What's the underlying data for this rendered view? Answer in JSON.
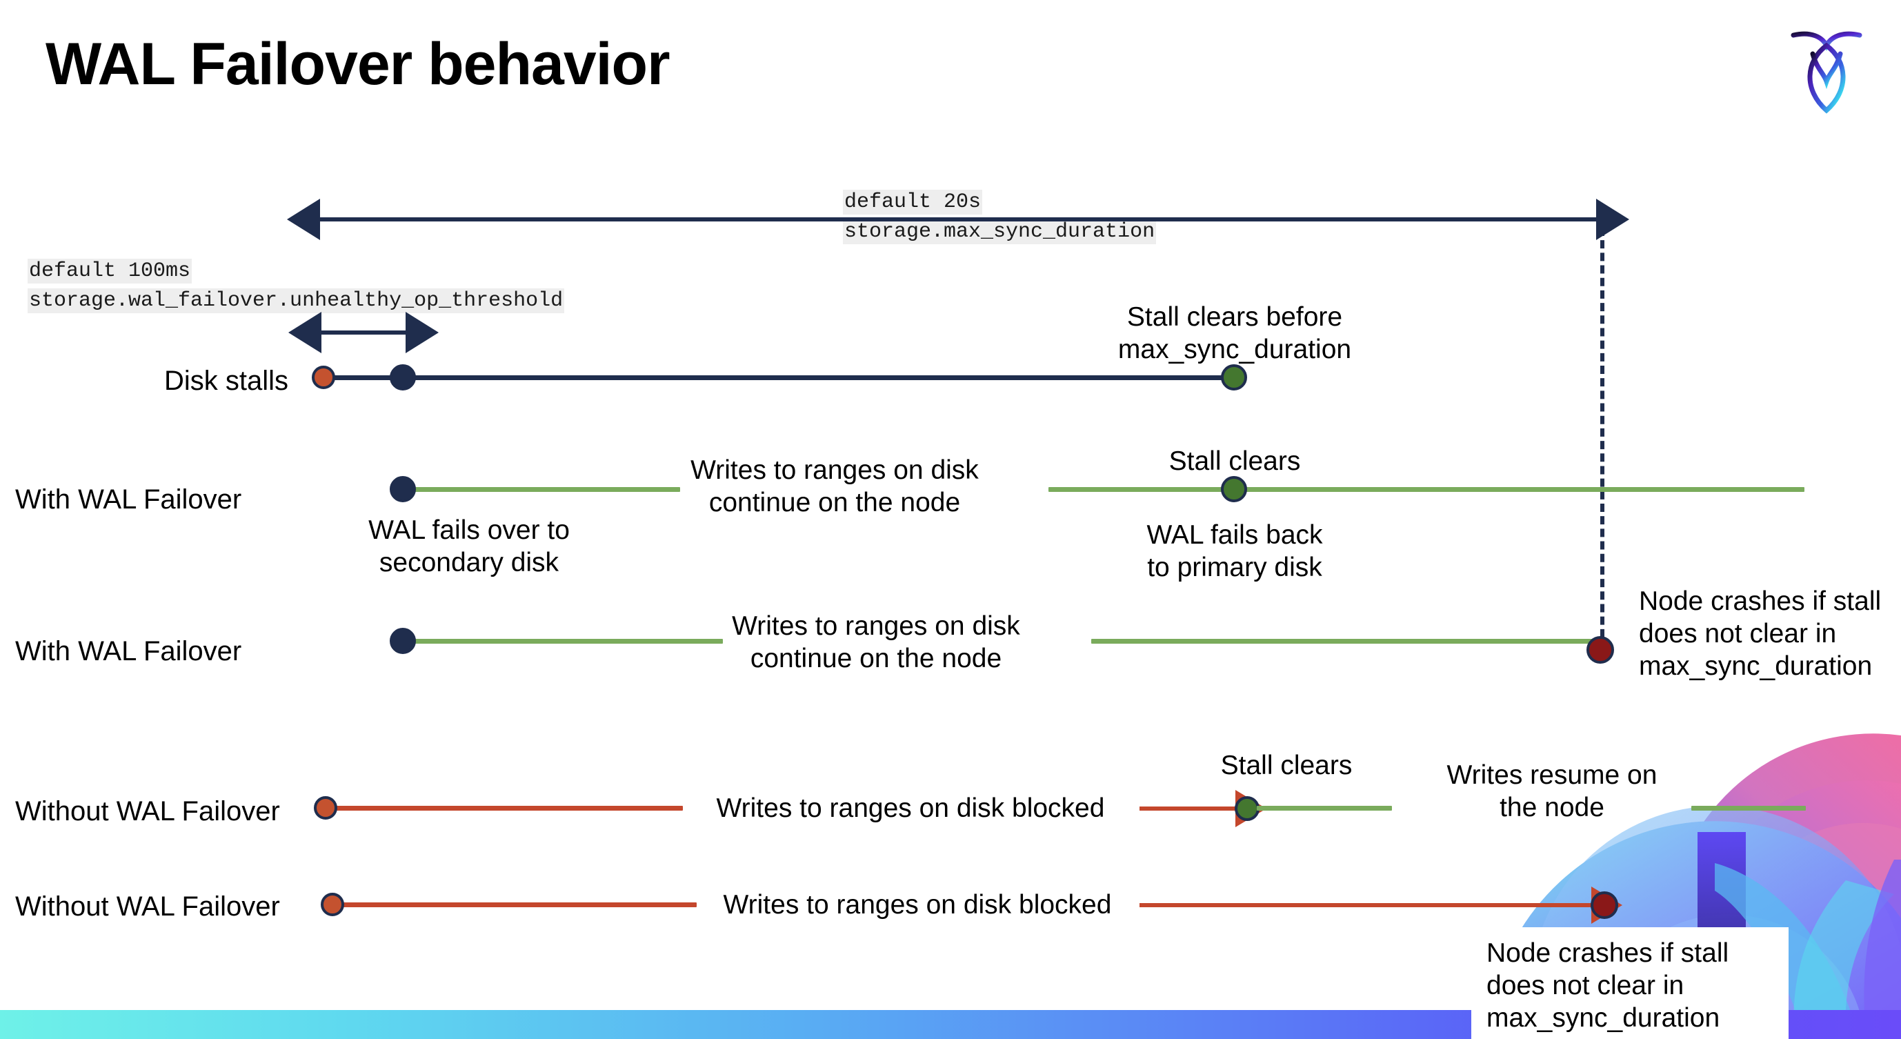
{
  "slide": {
    "title": "WAL Failover behavior",
    "logo_name": "cockroachdb-logo"
  },
  "settings": {
    "max_sync": {
      "default": "default 20s",
      "name": "storage.max_sync_duration"
    },
    "unhealthy_threshold": {
      "default": "default 100ms",
      "name": "storage.wal_failover.unhealthy_op_threshold"
    }
  },
  "rows": [
    {
      "id": "disk-stalls",
      "label": "Disk stalls"
    },
    {
      "id": "with-wal-failover-1",
      "label": "With WAL Failover"
    },
    {
      "id": "with-wal-failover-2",
      "label": "With WAL Failover"
    },
    {
      "id": "without-wal-failover-1",
      "label": "Without WAL Failover"
    },
    {
      "id": "without-wal-failover-2",
      "label": "Without WAL Failover"
    }
  ],
  "annotations": {
    "stall_clears_before": "Stall clears before\nmax_sync_duration",
    "stall_clears_1": "Stall clears",
    "stall_clears_2": "Stall clears",
    "wal_fails_over": "WAL fails over to\nsecondary disk",
    "wal_fails_back": "WAL fails  back\nto primary disk",
    "writes_continue_1": "Writes to ranges on disk\ncontinue on the node",
    "writes_continue_2": "Writes to ranges on disk\ncontinue on the node",
    "node_crashes_1": "Node crashes if stall\ndoes not clear in\nmax_sync_duration",
    "node_crashes_2": "Node crashes if stall\ndoes not clear in\nmax_sync_duration",
    "writes_blocked_1": "Writes to ranges on disk  blocked",
    "writes_blocked_2": "Writes to ranges on disk  blocked",
    "writes_resume": "Writes resume on\nthe node"
  },
  "colors": {
    "navy": "#1f2d4d",
    "green_line": "#7aab5c",
    "green_dot": "#44772f",
    "orange_line": "#c4472c",
    "orange_dot": "#c4522f",
    "dark_red_dot": "#8a1818",
    "code_bg": "#eeeeee",
    "bar_start": "#6ef1e8",
    "bar_end": "#6a4cf9"
  }
}
